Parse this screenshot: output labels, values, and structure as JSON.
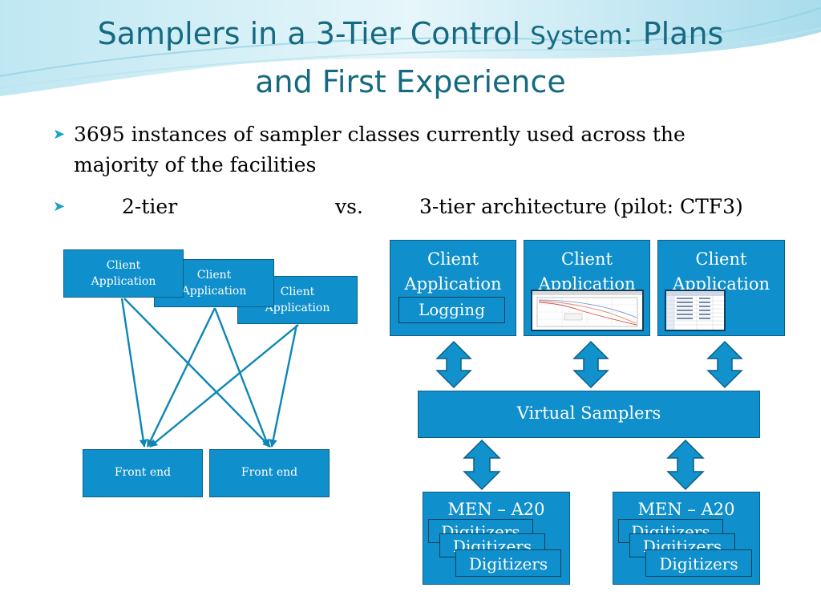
{
  "title": {
    "line1_main": "Samplers in a 3-Tier Control ",
    "line1_small": "System",
    "line1_end": ": Plans",
    "line2": "and First Experience"
  },
  "bullets": [
    {
      "line1": "3695 instances of sampler classes currently used across the",
      "line2": "majority of the facilities"
    },
    {
      "part1": "2-tier",
      "part2": "vs.",
      "part3": "3-tier architecture (pilot: CTF3)"
    }
  ],
  "two_tier": {
    "client_apps": [
      {
        "line1": "Client",
        "line2": "Application"
      },
      {
        "line1": "Client",
        "line2": "Application"
      },
      {
        "line1": "Client",
        "line2": "Application"
      }
    ],
    "front_ends": [
      "Front  end",
      "Front  end"
    ]
  },
  "three_tier": {
    "clients": [
      {
        "line1": "Client",
        "line2": "Application"
      },
      {
        "line1": "Client",
        "line2": "Application"
      },
      {
        "line1": "Client",
        "line2": "Application"
      }
    ],
    "logging": "Logging",
    "virtual_samplers": "Virtual Samplers",
    "men": [
      {
        "title": "MEN – A20",
        "digitizers": [
          "Digitizers",
          "Digitizers",
          "Digitizers"
        ]
      },
      {
        "title": "MEN – A20",
        "digitizers": [
          "Digitizers",
          "Digitizers",
          "Digitizers"
        ]
      }
    ]
  },
  "colors": {
    "box_fill": "#0f8fcb",
    "box_border": "#0c5f86",
    "title": "#156a82",
    "bullet_arrow": "#1aa3c8",
    "arrow_fill": "#1192cc"
  }
}
